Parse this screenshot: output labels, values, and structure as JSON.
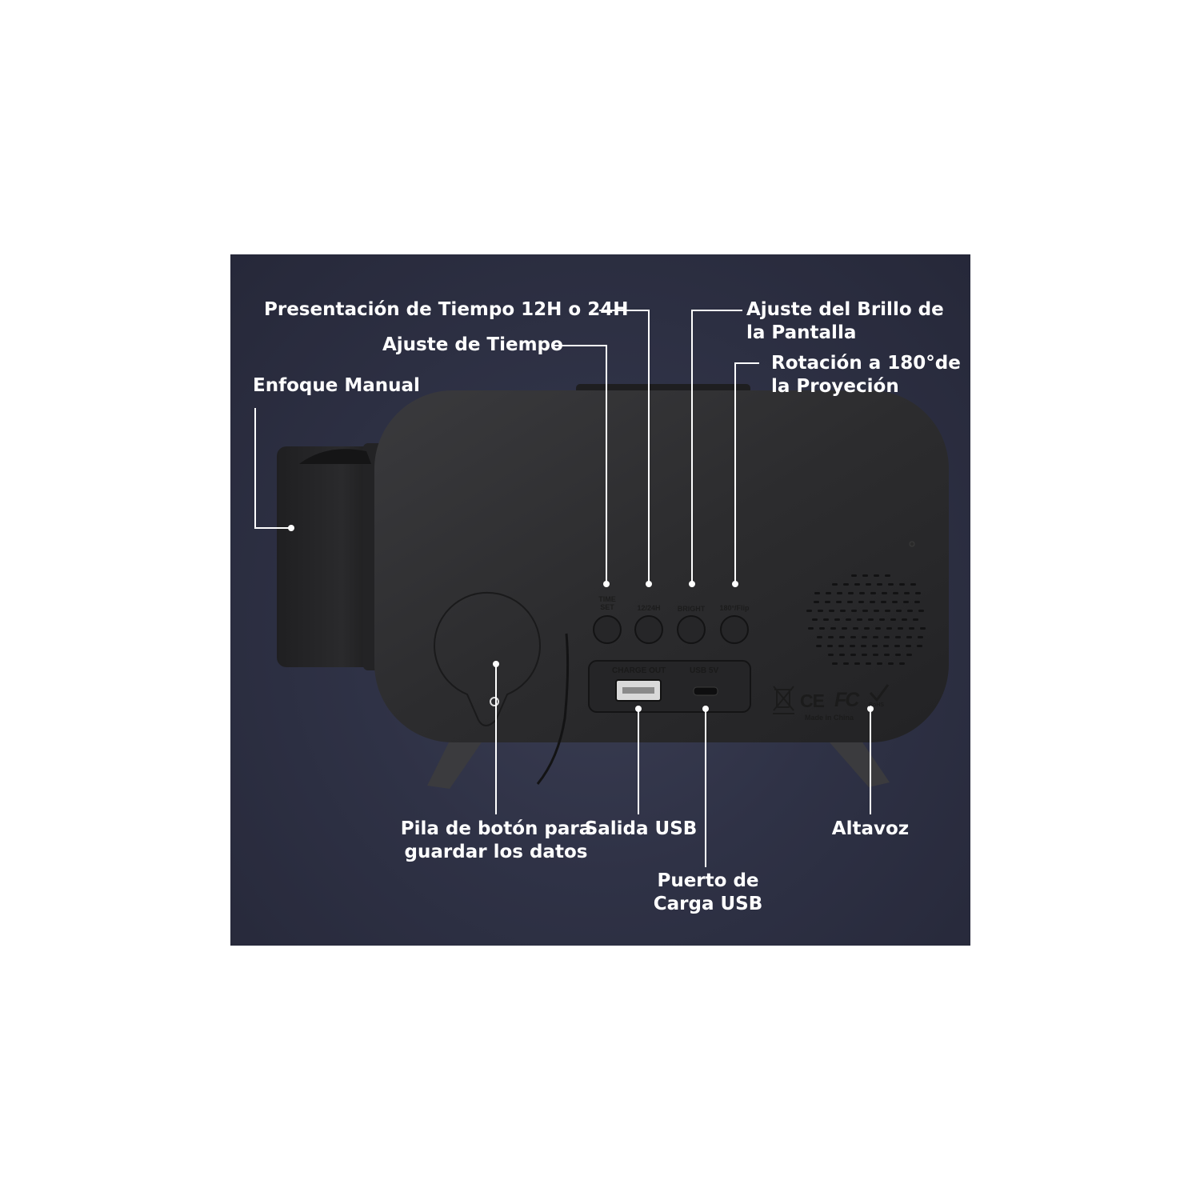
{
  "callouts": {
    "time_format": "Presentación de Tiempo 12H o 24H",
    "time_set": "Ajuste de Tiempo",
    "manual_focus": "Enfoque Manual",
    "brightness_line1": "Ajuste del Brillo de",
    "brightness_line2": "la Pantalla",
    "rotation_line1": "Rotación a 180°de",
    "rotation_line2": "la Proyeción",
    "battery_line1": "Pila de botón para",
    "battery_line2": "guardar los datos",
    "usb_out": "Salida USB",
    "charge_line1": "Puerto de",
    "charge_line2": "Carga USB",
    "speaker": "Altavoz"
  },
  "device": {
    "buttons": [
      {
        "line1": "TIME",
        "line2": "SET"
      },
      {
        "line1": "12/24H",
        "line2": ""
      },
      {
        "line1": "BRIGHT",
        "line2": ""
      },
      {
        "line1": "180°/Flip",
        "line2": ""
      }
    ],
    "ports": {
      "charge_out": "CHARGE OUT",
      "usb_5v": "USB 5V"
    },
    "certifications": {
      "ce": "CE",
      "fcc": "FC",
      "rohs": "RoHS",
      "made_in": "Made in China"
    }
  },
  "colors": {
    "background": "#2f3246",
    "device_body": "#2b2b2d",
    "callout_text": "#ffffff",
    "leader_line": "#ffffff"
  },
  "icons": [
    "weee-bin-icon",
    "checkmark-icon"
  ]
}
